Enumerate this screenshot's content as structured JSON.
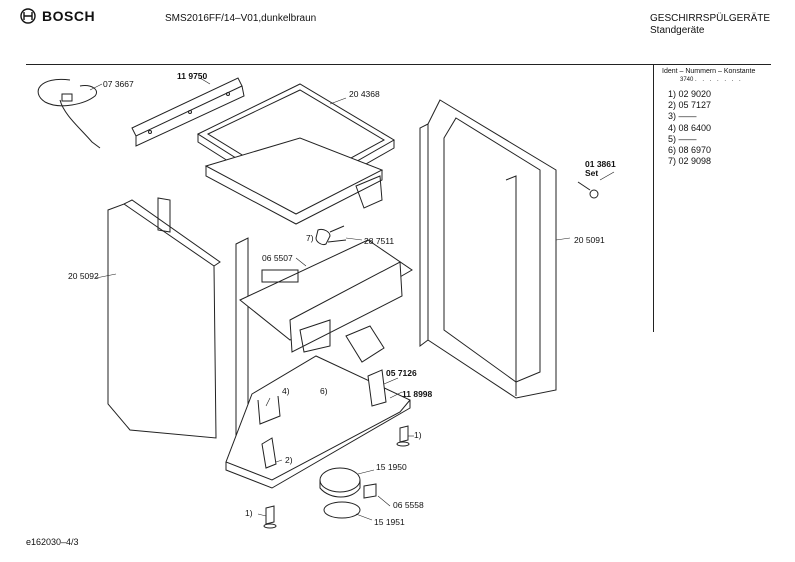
{
  "header": {
    "brand": "BOSCH",
    "model": "SMS2016FF/14–V01,dunkelbraun",
    "category_line1": "GESCHIRRSPÜLGERÄTE",
    "category_line2": "Standgeräte"
  },
  "sidebar": {
    "title": "Ident – Nummern – Konstante",
    "subtitle": "3740",
    "subtitle_dots": ". . . . . . .",
    "items": [
      "1) 02 9020",
      "2) 05 7127",
      "3) ——",
      "4) 08 6400",
      "5) ——",
      "6) 08 6970",
      "7) 02 9098"
    ]
  },
  "parts": [
    {
      "text": "07 3667",
      "bold": false
    },
    {
      "text": "11 9750",
      "bold": true
    },
    {
      "text": "20 4368",
      "bold": false
    },
    {
      "text": "01 3861",
      "bold": true
    },
    {
      "text": "Set",
      "bold": true
    },
    {
      "text": "20 5091",
      "bold": false
    },
    {
      "text": "20 5092",
      "bold": false
    },
    {
      "text": "06 5507",
      "bold": false
    },
    {
      "text": "7)",
      "bold": false
    },
    {
      "text": "28 7511",
      "bold": false
    },
    {
      "text": "05 7126",
      "bold": true
    },
    {
      "text": "11 8998",
      "bold": true
    },
    {
      "text": "4)",
      "bold": false
    },
    {
      "text": "6)",
      "bold": false
    },
    {
      "text": "1)",
      "bold": false
    },
    {
      "text": "2)",
      "bold": false
    },
    {
      "text": "15 1950",
      "bold": false
    },
    {
      "text": "06 5558",
      "bold": false
    },
    {
      "text": "1)",
      "bold": false
    },
    {
      "text": "15 1951",
      "bold": false
    }
  ],
  "footer": {
    "code": "e162030–4/3"
  }
}
